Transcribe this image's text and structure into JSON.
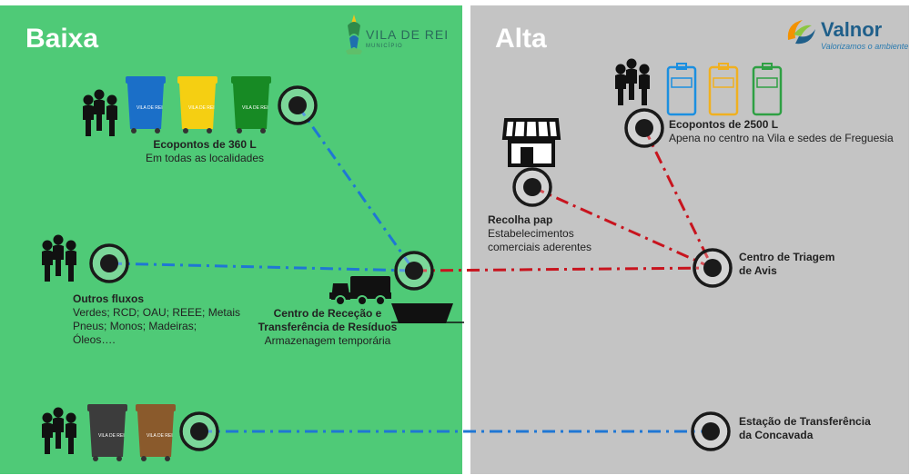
{
  "panels": {
    "low": {
      "title": "Baixa",
      "color": "#4fca77"
    },
    "high": {
      "title": "Alta",
      "color": "#c4c4c4"
    }
  },
  "logos": {
    "vila_de_rei": {
      "name": "VILA DE REI",
      "sub": "MUNICÍPIO"
    },
    "valnor": {
      "name": "Valnor",
      "slogan": "Valorizamos o ambiente"
    }
  },
  "nodes": {
    "ecopontos_360": {
      "title": "Ecopontos de 360 L",
      "desc": "Em todas as localidades"
    },
    "outros_fluxos": {
      "title": "Outros fluxos",
      "lines": [
        "Verdes; RCD; OAU; REEE; Metais",
        "Pneus; Monos; Madeiras;",
        "Óleos…."
      ]
    },
    "centro_rececao": {
      "title_lines": [
        "Centro de Receção e",
        "Transferência de Resíduos"
      ],
      "desc": "Armazenagem temporária"
    },
    "ecopontos_2500": {
      "title": "Ecopontos de 2500 L",
      "desc": "Apena no centro na Vila e sedes de Freguesia"
    },
    "recolha_pap": {
      "title": "Recolha pap",
      "lines": [
        "Estabelecimentos",
        "comerciais aderentes"
      ]
    },
    "centro_triagem": {
      "title_lines": [
        "Centro de Triagem",
        "de Avis"
      ]
    },
    "estacao_transferencia": {
      "title_lines": [
        "Estação de Transferência",
        "da Concavada"
      ]
    }
  },
  "colors": {
    "bin_blue": "#1b6fc8",
    "bin_yellow": "#f5cf12",
    "bin_green": "#178a24",
    "bin_grey": "#3c3c3c",
    "bin_brown": "#8a5a2c",
    "flow_blue": "#1f77d4",
    "flow_red": "#c8141e"
  },
  "icons": [
    "people-icon",
    "waste-bin-icon",
    "node-circle-icon",
    "shop-icon",
    "truck-icon",
    "container-icon"
  ]
}
